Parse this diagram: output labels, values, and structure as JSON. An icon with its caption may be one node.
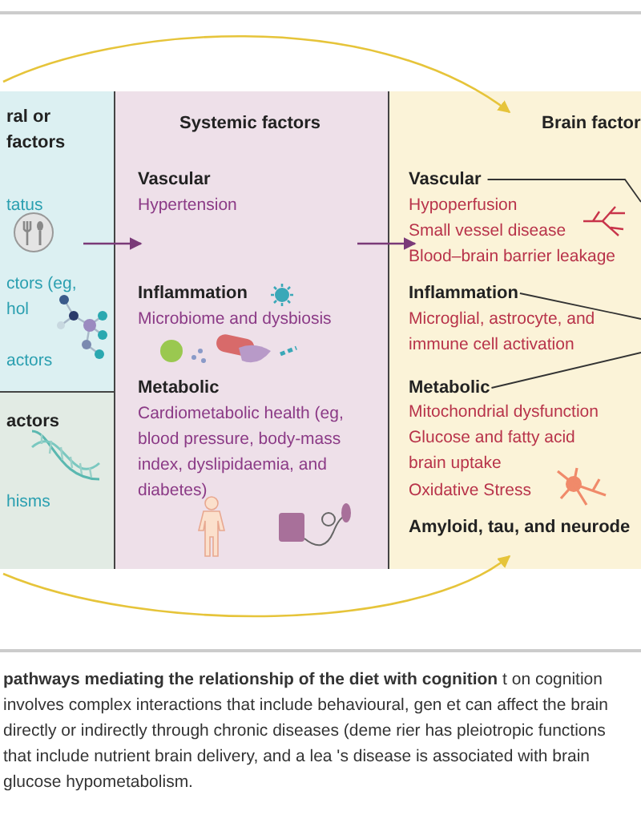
{
  "diagram": {
    "caption": "**pathways mediating the relationship of the diet with cognition** t on cognition involves complex interactions that include behavioural, gen et can affect the brain directly or indirectly through chronic diseases (deme rier has pleiotropic functions that include nutrient brain delivery, and a lea 's disease is associated with brain glucose hypometabolism.",
    "nodes": [
      {
        "text": [
          "ral or factors",
          "tatus",
          "ctors (eg, hol",
          "actors"
        ]
      },
      {
        "text": [
          "actors",
          "hisms"
        ]
      },
      {
        "text": [
          "Systemic factors",
          "Vascular",
          "Hypertension",
          "Inflammation",
          "Microbiome and dysbiosis",
          "Metabolic",
          "Cardiometabolic health (eg, blood pressure, body-mass index, dyslipidaemia, and diabetes)"
        ]
      },
      {
        "text": [
          "Brain factor",
          "Amyloid, tau, and neurode"
        ]
      },
      {
        "text": [
          "Vascular"
        ],
        "in": 3,
        "beside": [
          "Hypoperfusion",
          "Small vessel disease",
          "Blood–brain barrier leakage"
        ]
      },
      {
        "text": [
          "Inflammation"
        ],
        "in": 3,
        "beside": [
          "Microglial, astrocyte, and immune cell activation"
        ]
      },
      {
        "text": [
          "Metabolic"
        ],
        "in": 3,
        "beside": [
          "Mitochondrial dysfunction",
          "Glucose and fatty acid brain uptake",
          "Oxidative Stress"
        ]
      }
    ],
    "edges": [
      {
        "from": 0,
        "to": 2,
        "arrow": "to",
        "color": "#7a3a78"
      },
      {
        "from": 2,
        "to": 3,
        "arrow": "to",
        "color": "#7a3a78"
      },
      {
        "from": 0,
        "to": 3,
        "arrow": "to",
        "color": "#e6c43a"
      },
      {
        "from": 1,
        "to": 3,
        "arrow": "to",
        "color": "#e6c43a"
      },
      {
        "from": 4,
        "to": null,
        "arrow": "none"
      },
      {
        "from": 5,
        "to": null,
        "arrow": "none"
      },
      {
        "from": 6,
        "to": null,
        "arrow": "none"
      }
    ]
  }
}
